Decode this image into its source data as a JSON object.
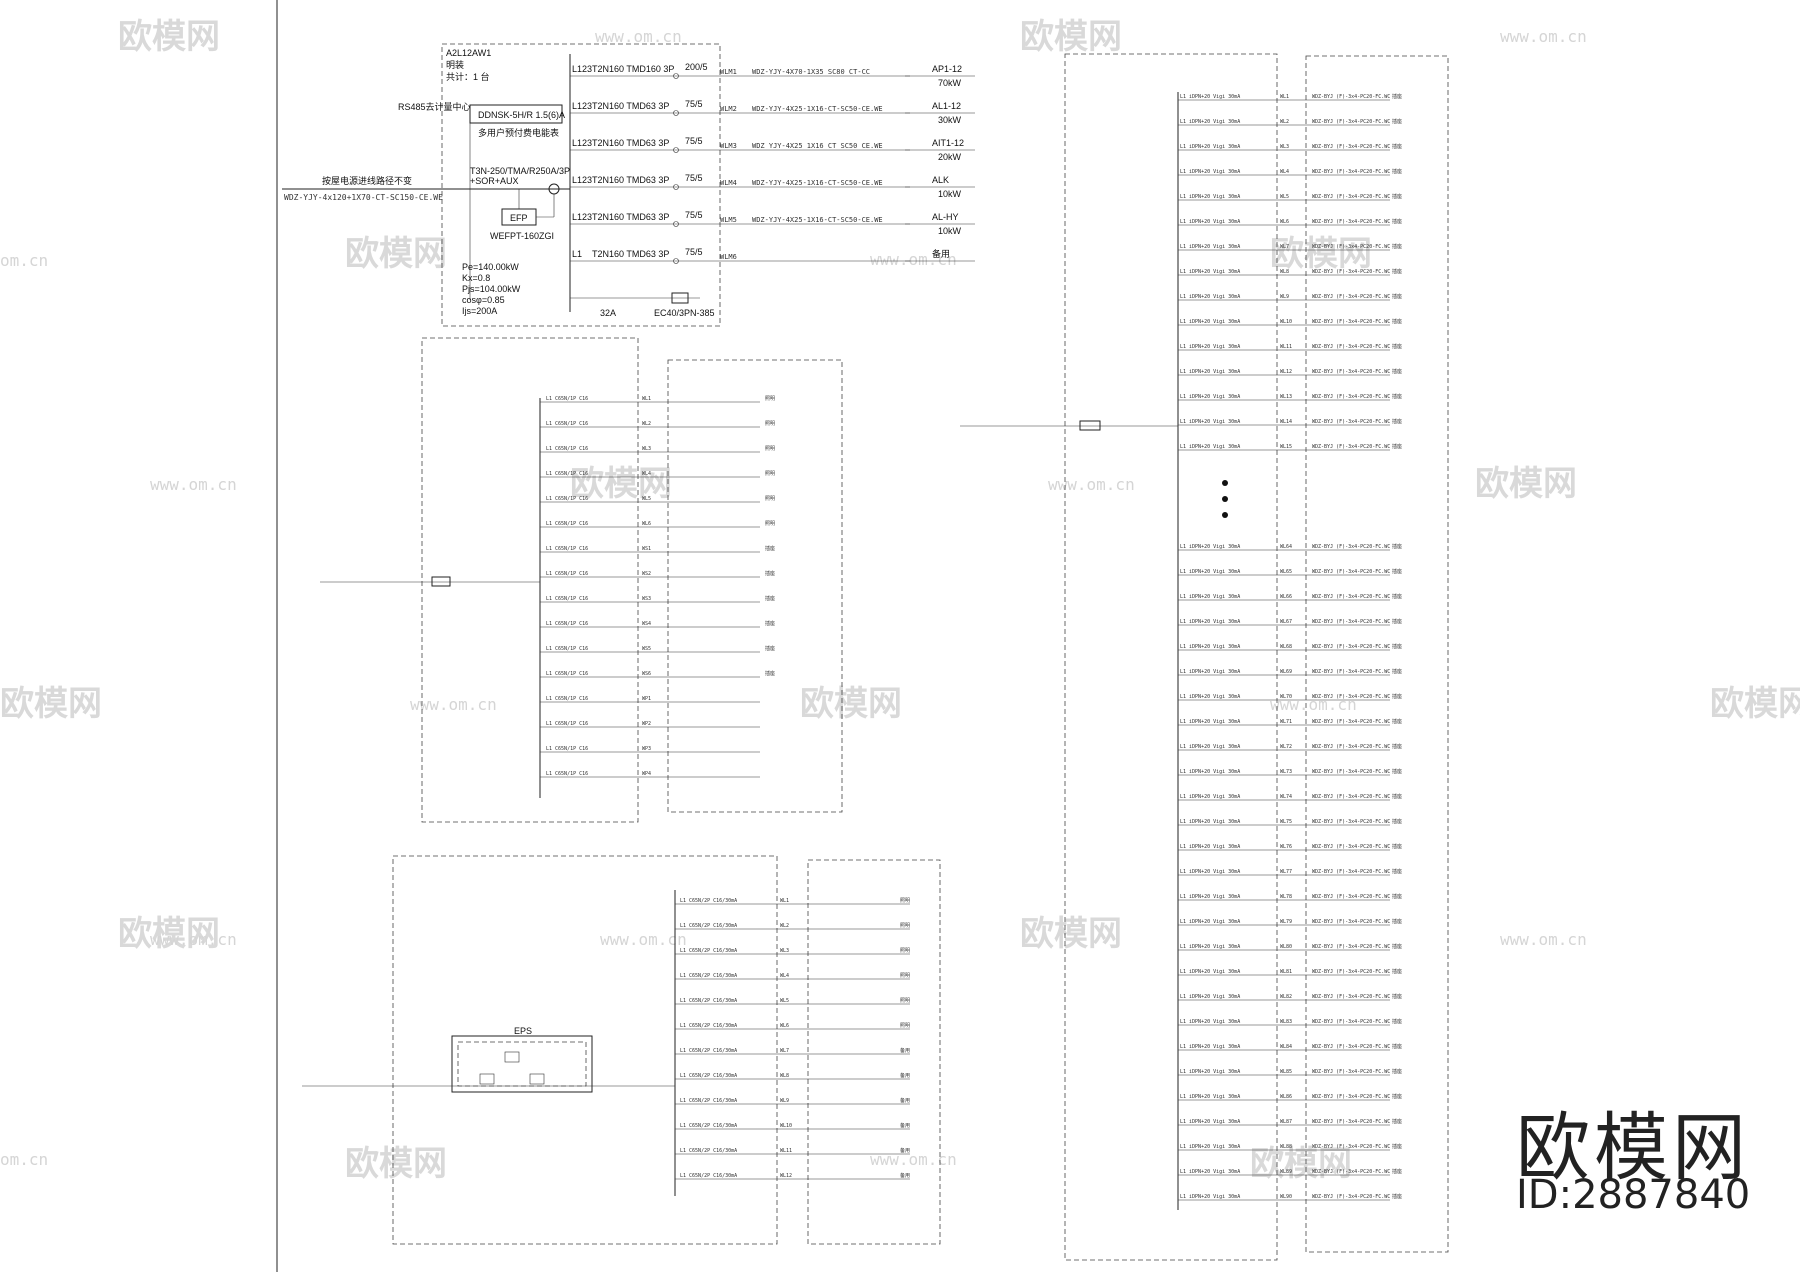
{
  "watermark": {
    "brand": "欧模网",
    "url": "www.om.cn",
    "url_short": "om.cn"
  },
  "footer": {
    "brand": "欧模网",
    "id": "ID:2887840"
  },
  "main_panel": {
    "title": "A2L12AW1",
    "sub1": "明装",
    "sub2": "共计：1 台",
    "rs485": "RS485去计量中心",
    "meter": "DDNSK-5H/R 1.5(6)A",
    "meter_note": "多用户预付费电能表",
    "incoming_breaker": "T3N-250/TMA/R250A/3P",
    "incoming_breaker2": "+SOR+AUX",
    "incoming_note": "按屋电源进线路径不变",
    "incoming_cable": "WDZ-YJY-4x120+1X70-CT-SC150-CE.WE",
    "efp": "EFP",
    "efp_model": "WEFPT-160ZGI",
    "params": [
      "Pe=140.00kW",
      "Kx=0.8",
      "Pjs=104.00kW",
      "cosφ=0.85",
      "Ijs=200A"
    ],
    "rows": [
      {
        "phase": "L123",
        "breaker": "T2N160 TMD160 3P",
        "ct": "200/5",
        "circuit": "WLM1",
        "cable": "WDZ-YJY-4X70-1X35 SC80 CT-CC",
        "dest": "AP1-12",
        "load": "70kW"
      },
      {
        "phase": "L123",
        "breaker": "T2N160 TMD63 3P",
        "ct": "75/5",
        "circuit": "WLM2",
        "cable": "WDZ-YJY-4X25-1X16-CT-SC50-CE.WE",
        "dest": "AL1-12",
        "load": "30kW"
      },
      {
        "phase": "L123",
        "breaker": "T2N160 TMD63 3P",
        "ct": "75/5",
        "circuit": "WLM3",
        "cable": "WDZ YJY-4X25 1X16 CT SC50 CE.WE",
        "dest": "AIT1-12",
        "load": "20kW"
      },
      {
        "phase": "L123",
        "breaker": "T2N160 TMD63 3P",
        "ct": "75/5",
        "circuit": "WLM4",
        "cable": "WDZ-YJY-4X25-1X16-CT-SC50-CE.WE",
        "dest": "ALK",
        "load": "10kW"
      },
      {
        "phase": "L123",
        "breaker": "T2N160 TMD63 3P",
        "ct": "75/5",
        "circuit": "WLM5",
        "cable": "WDZ-YJY-4X25-1X16-CT-SC50-CE.WE",
        "dest": "AL-HY",
        "load": "10kW"
      },
      {
        "phase": "L1",
        "breaker": "T2N160 TMD63 3P",
        "ct": "75/5",
        "circuit": "WLM6",
        "cable": "",
        "dest": "备用",
        "load": ""
      }
    ],
    "spd": "EC40/3PN-385",
    "spd_breaker": "32A"
  },
  "panel2": {
    "rows": [
      "WL1",
      "WL2",
      "WL3",
      "WL4",
      "WL5",
      "WL6",
      "WS1",
      "WS2",
      "WS3",
      "WS4",
      "WS5",
      "WS6",
      "WP1",
      "WP2",
      "WP3",
      "WP4"
    ],
    "trail": [
      "照明",
      "照明",
      "照明",
      "照明",
      "照明",
      "照明",
      "插座",
      "插座",
      "插座",
      "插座",
      "插座",
      "插座",
      "",
      "",
      "",
      ""
    ]
  },
  "panel3": {
    "rows": [
      "WL1",
      "WL2",
      "WL3",
      "WL4",
      "WL5",
      "WL6",
      "WL7",
      "WL8",
      "WL9",
      "WL10",
      "WL11",
      "WL12"
    ],
    "trail": [
      "照明",
      "照明",
      "照明",
      "照明",
      "照明",
      "照明",
      "备用",
      "备用",
      "备用",
      "备用",
      "备用",
      "备用"
    ],
    "ups": "EPS"
  },
  "panel4": {
    "rows": [
      "WL1",
      "WL2",
      "WL3",
      "WL4",
      "WL5",
      "WL6",
      "WL7",
      "WL8",
      "WL9",
      "WL10",
      "WL11",
      "WL12",
      "WL13",
      "WL14",
      "WL15"
    ],
    "rows_b": [
      "WL64",
      "WL65",
      "WL66",
      "WL67",
      "WL68",
      "WL69",
      "WL70",
      "WL71",
      "WL72",
      "WL73",
      "WL74",
      "WL75",
      "WL76",
      "WL77",
      "WL78",
      "WL79",
      "WL80",
      "WL81",
      "WL82",
      "WL83",
      "WL84",
      "WL85",
      "WL86",
      "WL87",
      "WL88",
      "WL89",
      "WL90"
    ],
    "trail": "插座"
  }
}
